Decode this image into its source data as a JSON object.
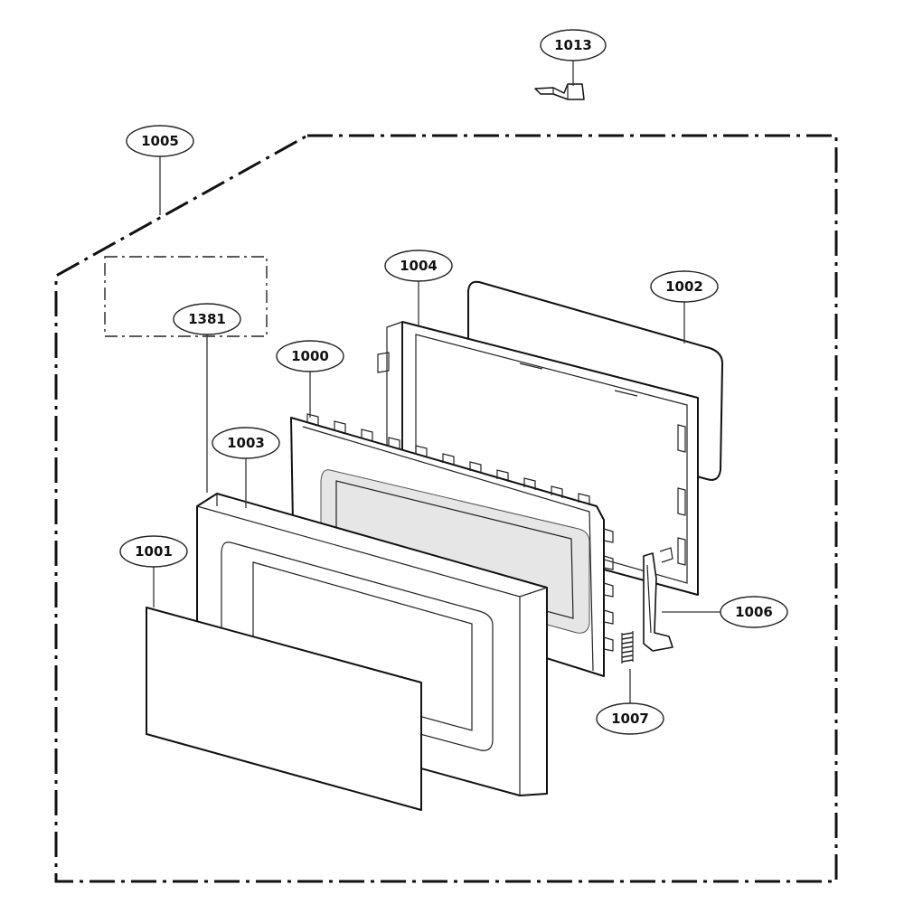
{
  "diagram": {
    "callouts": {
      "c1013": "1013",
      "c1005": "1005",
      "c1004": "1004",
      "c1002": "1002",
      "c1381": "1381",
      "c1000": "1000",
      "c1003": "1003",
      "c1001": "1001",
      "c1006": "1006",
      "c1007": "1007"
    }
  }
}
